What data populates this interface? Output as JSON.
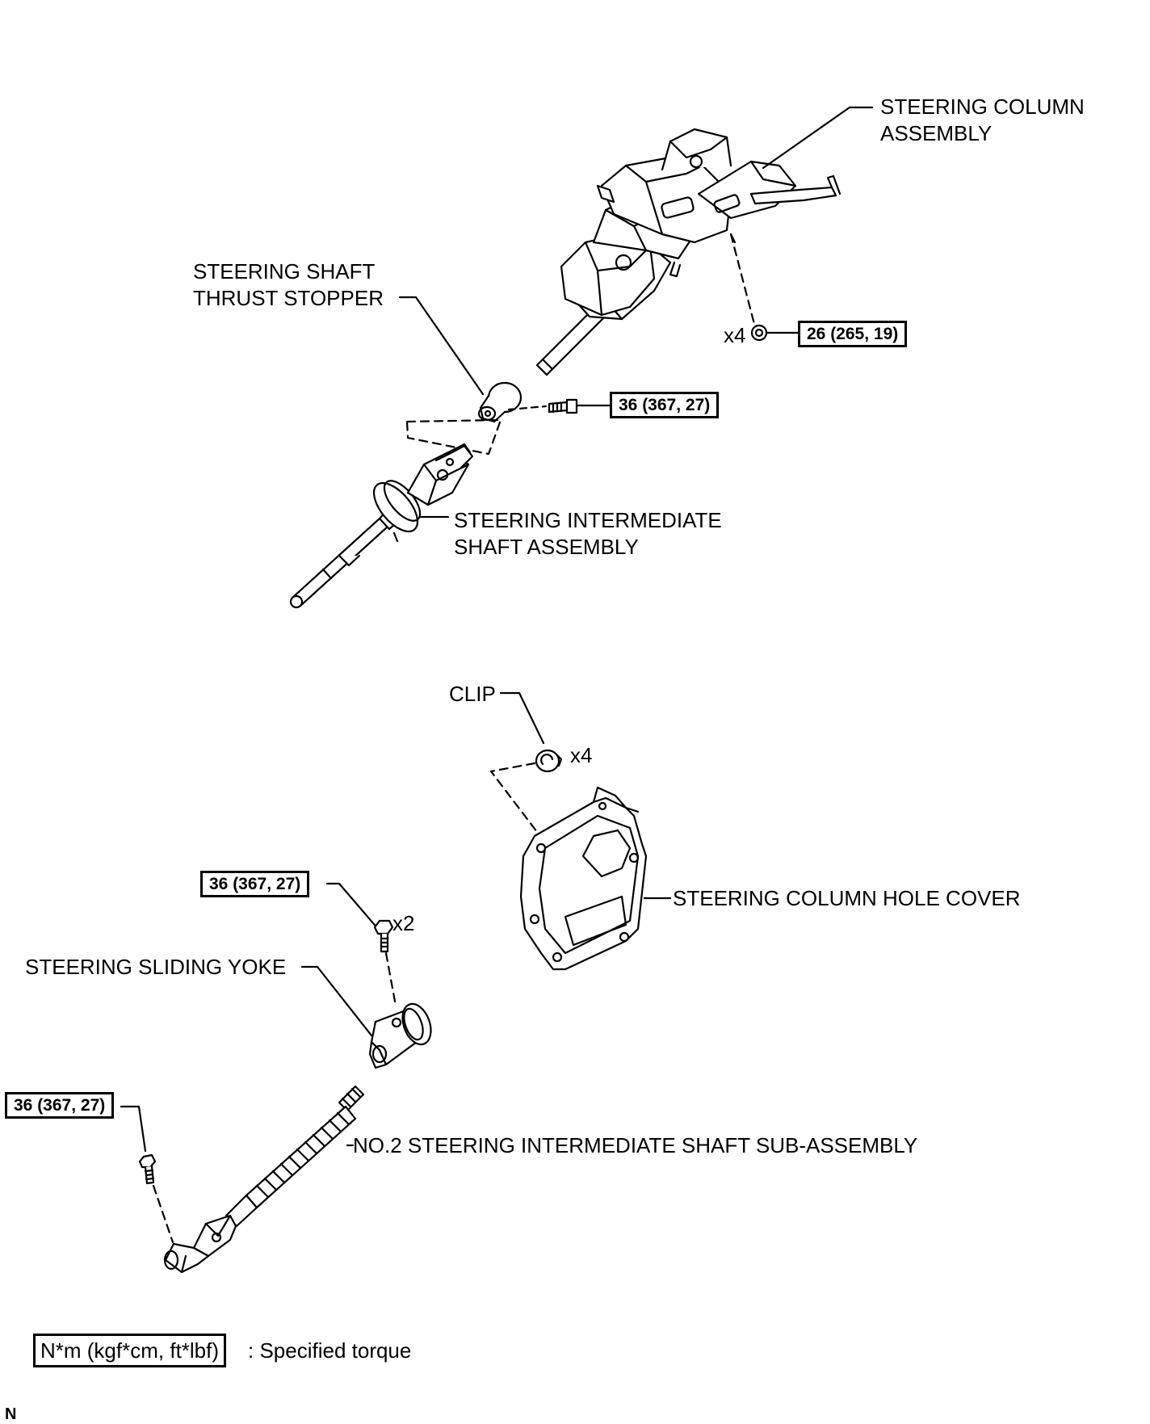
{
  "labels": {
    "steering_column_line1": "STEERING COLUMN",
    "steering_column_line2": "ASSEMBLY",
    "thrust_stopper_line1": "STEERING SHAFT",
    "thrust_stopper_line2": "THRUST STOPPER",
    "intermediate_shaft_line1": "STEERING INTERMEDIATE",
    "intermediate_shaft_line2": "SHAFT ASSEMBLY",
    "clip": "CLIP",
    "hole_cover": "STEERING COLUMN HOLE COVER",
    "sliding_yoke": "STEERING SLIDING YOKE",
    "no2_shaft": "NO.2 STEERING INTERMEDIATE SHAFT SUB-ASSEMBLY"
  },
  "quantities": {
    "column_nuts": "x4",
    "clips": "x4",
    "yoke_bolts": "x2"
  },
  "torques": {
    "column_nut": "26 (265, 19)",
    "thrust_stopper_bolt": "36 (367, 27)",
    "yoke_bolt": "36 (367, 27)",
    "no2_shaft_bolt": "36 (367, 27)"
  },
  "legend": {
    "unit": "N*m (kgf*cm, ft*lbf)",
    "text": ": Specified torque"
  },
  "corner_mark": "N",
  "icons": [
    "steering-column-icon",
    "thrust-stopper-icon",
    "bolt-icon",
    "nut-icon",
    "intermediate-shaft-icon",
    "clip-icon",
    "hole-cover-icon",
    "sliding-yoke-icon",
    "no2-shaft-icon"
  ]
}
